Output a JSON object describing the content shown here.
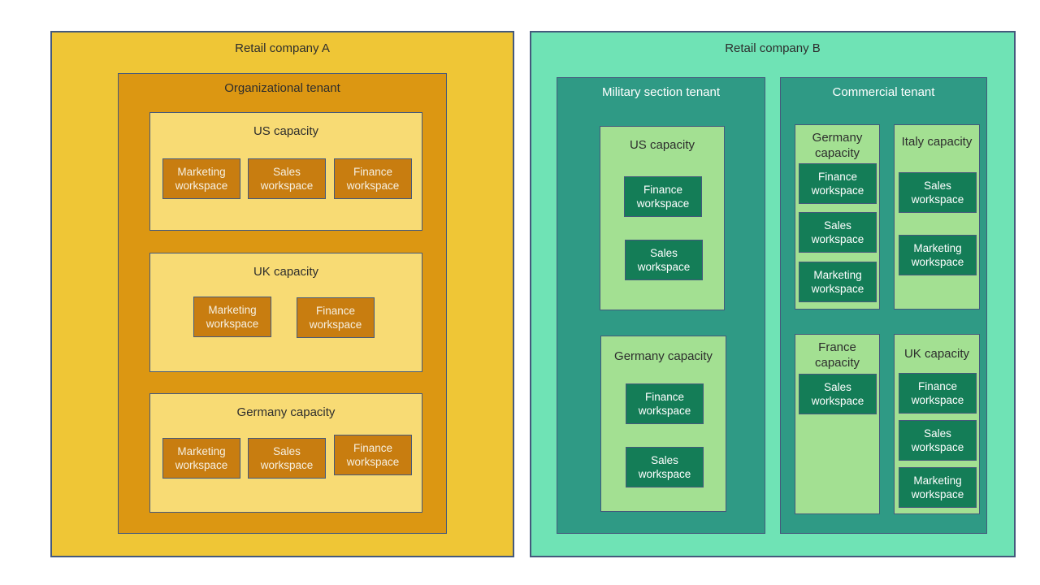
{
  "colors": {
    "border-color": "#44597C",
    "company-a-bg": "#EFC636",
    "tenant-a-bg": "#DC9712",
    "capacity-a-bg": "#F8DB74",
    "workspace-a-bg": "#C87D10",
    "workspace-a-text": "#F6F0E2",
    "company-b-bg": "#6FE3B5",
    "tenant-b-bg": "#2F9A85",
    "capacity-b-bg": "#A3E092",
    "workspace-b-bg": "#147D57",
    "workspace-b-text": "#FFFFFF",
    "title-dark": "#2D2D2D",
    "title-light": "#FFFFFF"
  },
  "diagram": {
    "companies": [
      {
        "label": "Retail company A",
        "tenants": [
          {
            "label": "Organizational tenant",
            "capacities": [
              {
                "label": "US capacity",
                "workspaces": [
                  {
                    "label": "Marketing workspace"
                  },
                  {
                    "label": "Sales workspace"
                  },
                  {
                    "label": "Finance workspace"
                  }
                ]
              },
              {
                "label": "UK capacity",
                "workspaces": [
                  {
                    "label": "Marketing workspace"
                  },
                  {
                    "label": "Finance workspace"
                  }
                ]
              },
              {
                "label": "Germany capacity",
                "workspaces": [
                  {
                    "label": "Marketing workspace"
                  },
                  {
                    "label": "Sales workspace"
                  },
                  {
                    "label": "Finance workspace"
                  }
                ]
              }
            ]
          }
        ]
      },
      {
        "label": "Retail company B",
        "tenants": [
          {
            "label": "Military section tenant",
            "capacities": [
              {
                "label": "US capacity",
                "workspaces": [
                  {
                    "label": "Finance workspace"
                  },
                  {
                    "label": "Sales workspace"
                  }
                ]
              },
              {
                "label": "Germany capacity",
                "workspaces": [
                  {
                    "label": "Finance workspace"
                  },
                  {
                    "label": "Sales workspace"
                  }
                ]
              }
            ]
          },
          {
            "label": "Commercial tenant",
            "capacities": [
              {
                "label": "Germany capacity",
                "workspaces": [
                  {
                    "label": "Finance workspace"
                  },
                  {
                    "label": "Sales workspace"
                  },
                  {
                    "label": "Marketing workspace"
                  }
                ]
              },
              {
                "label": "Italy capacity",
                "workspaces": [
                  {
                    "label": "Sales workspace"
                  },
                  {
                    "label": "Marketing workspace"
                  }
                ]
              },
              {
                "label": "France capacity",
                "workspaces": [
                  {
                    "label": "Sales workspace"
                  }
                ]
              },
              {
                "label": "UK capacity",
                "workspaces": [
                  {
                    "label": "Finance workspace"
                  },
                  {
                    "label": "Sales workspace"
                  },
                  {
                    "label": "Marketing workspace"
                  }
                ]
              }
            ]
          }
        ]
      }
    ]
  }
}
